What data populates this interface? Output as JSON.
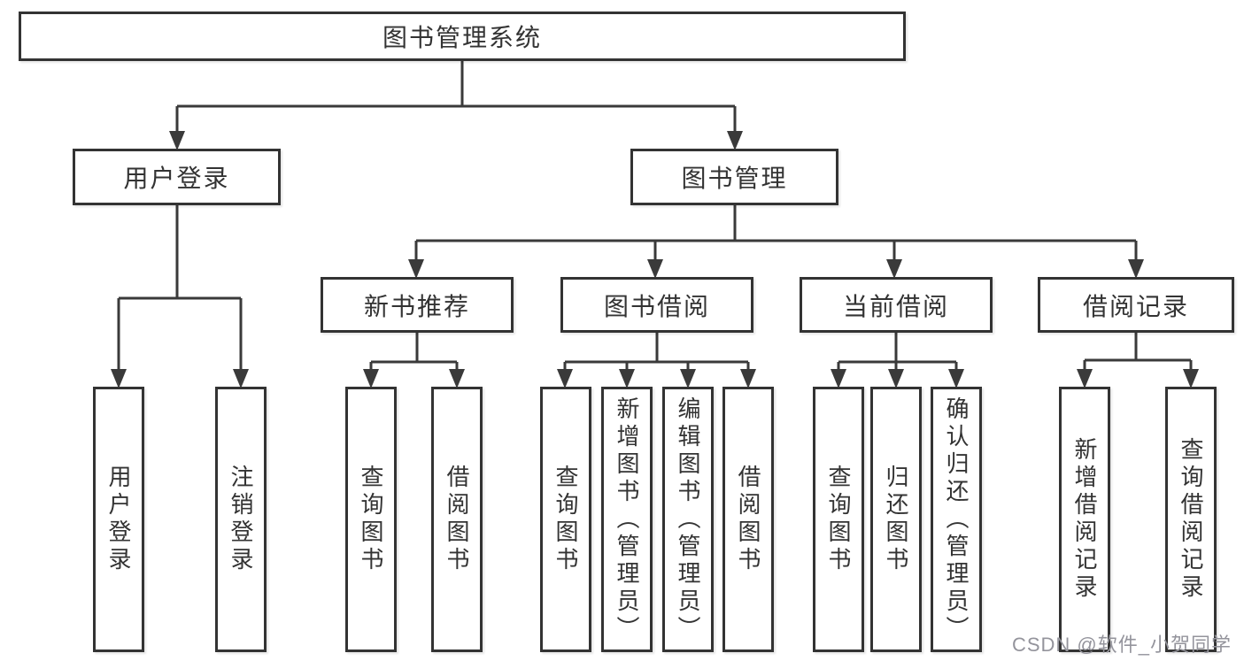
{
  "tree": {
    "root": "图书管理系统",
    "branches": [
      {
        "label": "用户登录",
        "leaves": [
          "用户登录",
          "注销登录"
        ]
      },
      {
        "label": "图书管理",
        "groups": [
          {
            "label": "新书推荐",
            "leaves": [
              "查询图书",
              "借阅图书"
            ]
          },
          {
            "label": "图书借阅",
            "leaves": [
              "查询图书",
              "新增图书（管理员）",
              "编辑图书（管理员）",
              "借阅图书"
            ]
          },
          {
            "label": "当前借阅",
            "leaves": [
              "查询图书",
              "归还图书",
              "确认归还（管理员）"
            ]
          },
          {
            "label": "借阅记录",
            "leaves": [
              "新增借阅记录",
              "查询借阅记录"
            ]
          }
        ]
      }
    ]
  },
  "watermark": "CSDN @软件_小贺同学",
  "colors": {
    "line": "#3a3a3a",
    "text": "#333333",
    "watermark": "#94949c"
  }
}
